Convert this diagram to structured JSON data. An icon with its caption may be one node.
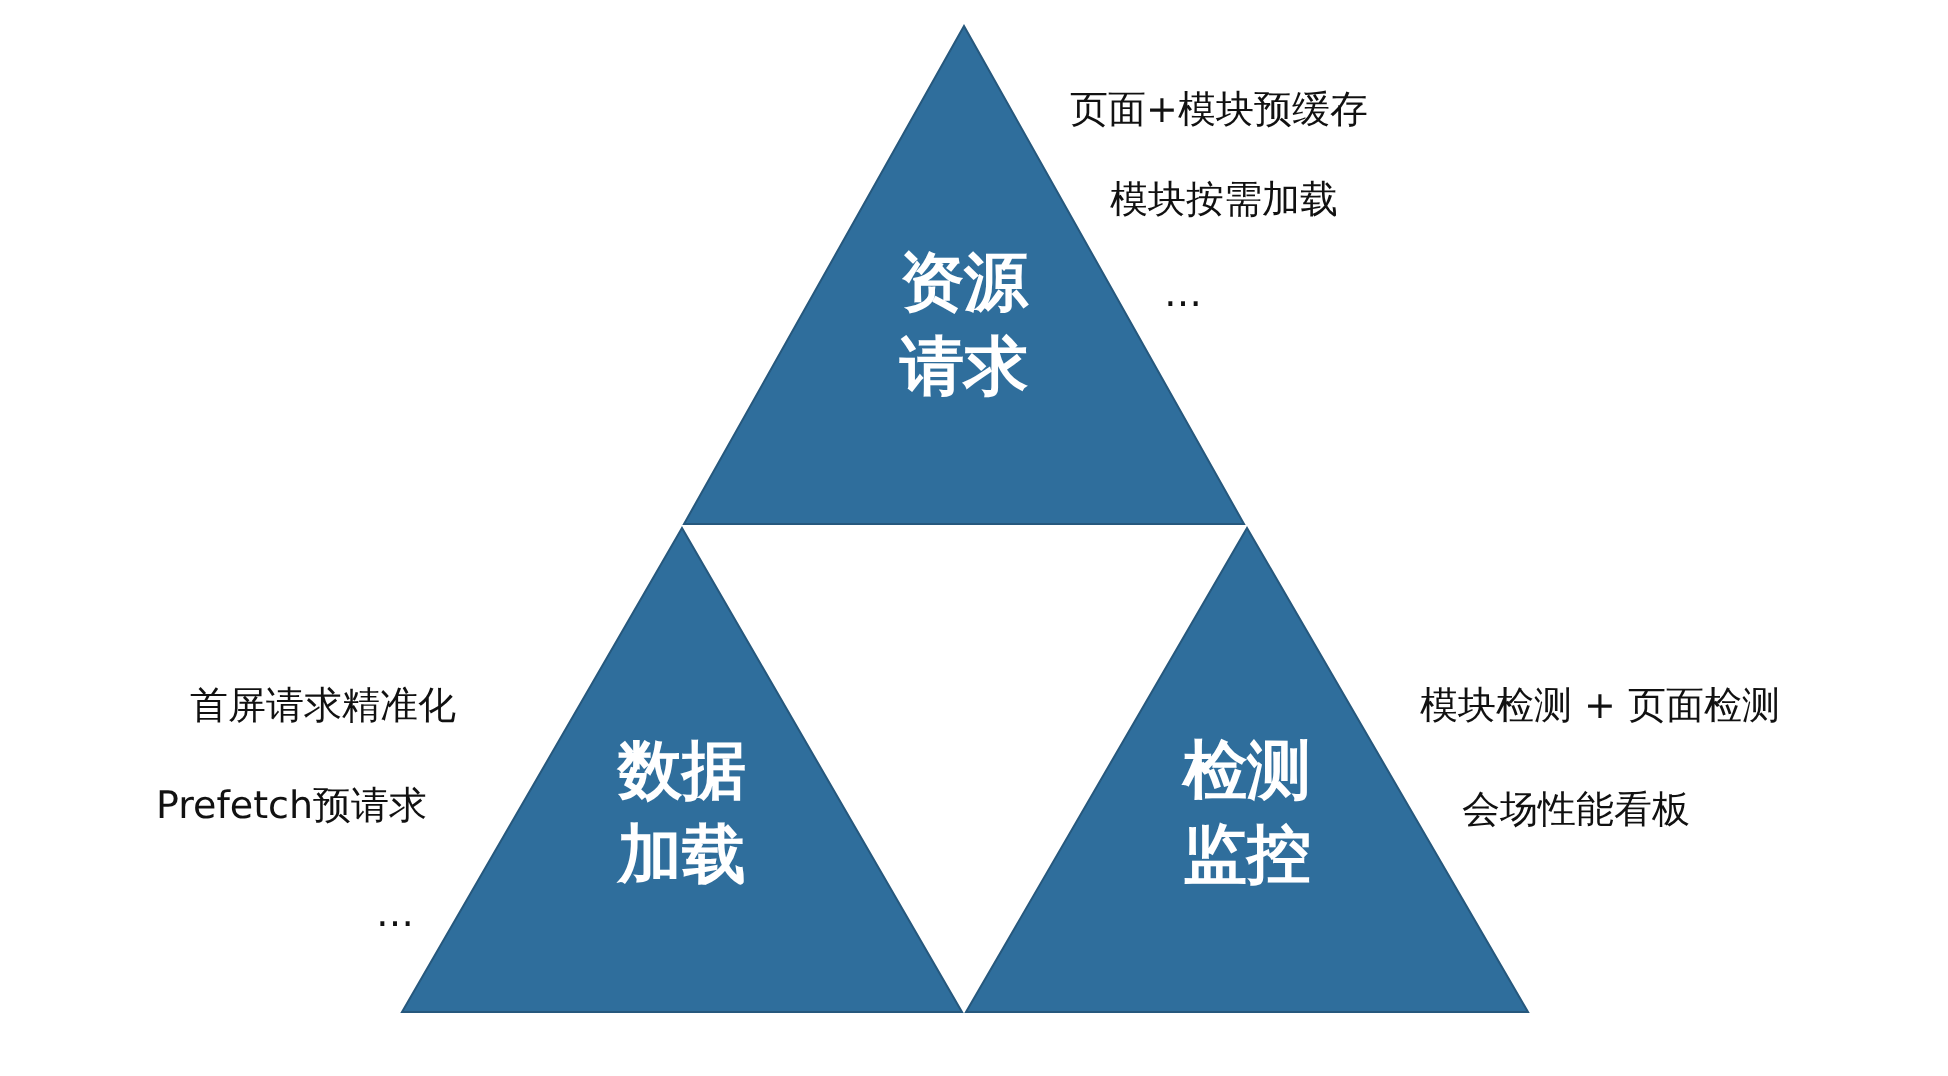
{
  "diagram": {
    "nodes": [
      {
        "text": [
          "资源请求"
        ],
        "beside": [
          "页面+模块预缓存",
          "模块按需加载",
          "…"
        ]
      },
      {
        "text": [
          "数据加载"
        ],
        "beside": [
          "首屏请求精准化",
          "Prefetch预请求",
          "…"
        ]
      },
      {
        "text": [
          "检测监控"
        ],
        "beside": [
          "模块检测 + 页面检测",
          "会场性能看板"
        ]
      }
    ]
  }
}
